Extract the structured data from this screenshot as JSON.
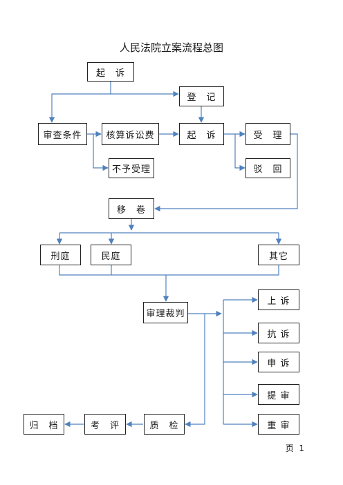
{
  "title": "人民法院立案流程总图",
  "nodes": {
    "qisu_top": "起　诉",
    "dengji": "登　记",
    "shencha": "审查条件",
    "hesuan": "核算诉讼费",
    "qisu": "起　诉",
    "shouli": "受　理",
    "buyu": "不予受理",
    "bohui": "驳　回",
    "yijuan": "移　卷",
    "xingting": "刑庭",
    "minting": "民庭",
    "qita": "其它",
    "shenli": "审理裁判",
    "shangsu": "上 诉",
    "kangsu": "抗 诉",
    "shensu": "申 诉",
    "tishen": "提 审",
    "chongshen": "重 审",
    "zhijian": "质　检",
    "kaoping": "考　评",
    "guidang": "归　档"
  },
  "footer": {
    "page_label": "页",
    "page_number": "1"
  },
  "colors": {
    "connector": "#4f81bd",
    "border": "#222222"
  }
}
